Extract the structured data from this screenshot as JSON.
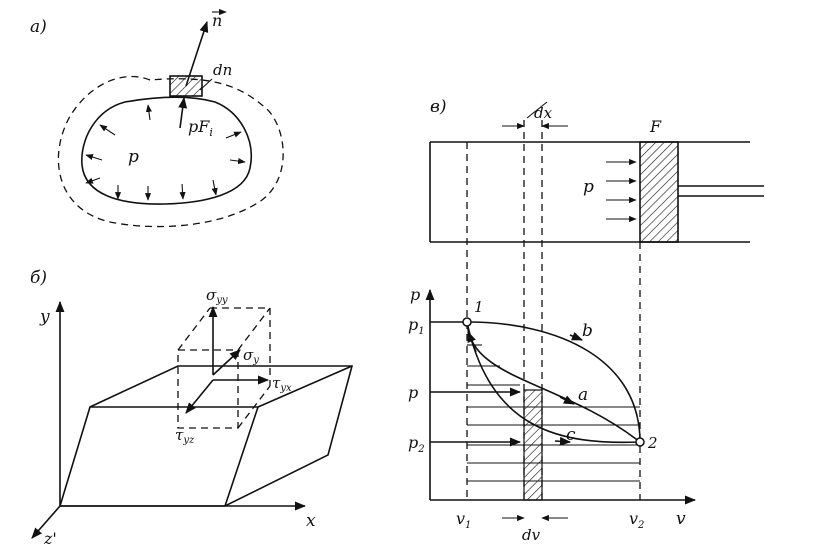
{
  "panel_a": {
    "label": "a)",
    "vector_n": "n",
    "dn": "dn",
    "force": "pF",
    "force_sub": "i",
    "pressure": "p"
  },
  "panel_b": {
    "label": "б)",
    "axis_y": "y",
    "axis_x": "x",
    "axis_z": "z'",
    "sigma_yy": "σ",
    "sigma_yy_sub": "yy",
    "sigma_y": "σ",
    "sigma_y_sub": "y",
    "tau_yx": "τ",
    "tau_yx_sub": "yx",
    "tau_yz": "τ",
    "tau_yz_sub": "yz"
  },
  "panel_c": {
    "label": "в)",
    "dx": "dx",
    "area": "F",
    "pressure": "p",
    "axis_p": "p",
    "axis_v": "v",
    "p1": "p",
    "p1_sub": "1",
    "p_mid": "p",
    "p2": "p",
    "p2_sub": "2",
    "v1": "v",
    "v1_sub": "1",
    "v2": "v",
    "v2_sub": "2",
    "dv": "dv",
    "point1": "1",
    "point2": "2",
    "curve_a": "a",
    "curve_b": "b",
    "curve_c": "c"
  }
}
